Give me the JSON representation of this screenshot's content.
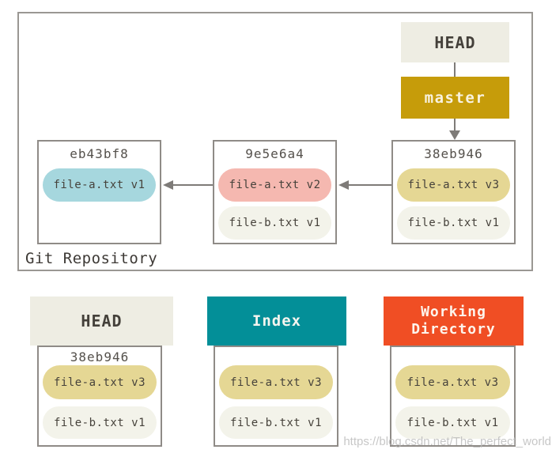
{
  "colors": {
    "gold": "#c69c0a",
    "teal": "#038f98",
    "orange": "#f04e24",
    "beige": "#eeede3",
    "pill_blue": "#a6d7de",
    "pill_pink": "#f5b8b0",
    "pill_tan": "#e5d794",
    "pill_light": "#f3f3ea",
    "border": "#8f8b87",
    "arrow": "#7e7b78"
  },
  "repo": {
    "label": "Git Repository",
    "head": "HEAD",
    "branch": "master",
    "commits": [
      {
        "hash": "eb43bf8",
        "files": [
          {
            "label": "file-a.txt v1",
            "color": "blue"
          }
        ]
      },
      {
        "hash": "9e5e6a4",
        "files": [
          {
            "label": "file-a.txt v2",
            "color": "pink"
          },
          {
            "label": "file-b.txt v1",
            "color": "light"
          }
        ]
      },
      {
        "hash": "38eb946",
        "files": [
          {
            "label": "file-a.txt v3",
            "color": "tan"
          },
          {
            "label": "file-b.txt v1",
            "color": "light"
          }
        ]
      }
    ]
  },
  "areas": [
    {
      "title": "HEAD",
      "hash": "38eb946",
      "files": [
        {
          "label": "file-a.txt v3",
          "color": "tan"
        },
        {
          "label": "file-b.txt v1",
          "color": "light"
        }
      ]
    },
    {
      "title": "Index",
      "files": [
        {
          "label": "file-a.txt v3",
          "color": "tan"
        },
        {
          "label": "file-b.txt v1",
          "color": "light"
        }
      ]
    },
    {
      "title": "Working Directory",
      "files": [
        {
          "label": "file-a.txt v3",
          "color": "tan"
        },
        {
          "label": "file-b.txt v1",
          "color": "light"
        }
      ]
    }
  ],
  "watermark": "https://blog.csdn.net/The_perfect_world"
}
